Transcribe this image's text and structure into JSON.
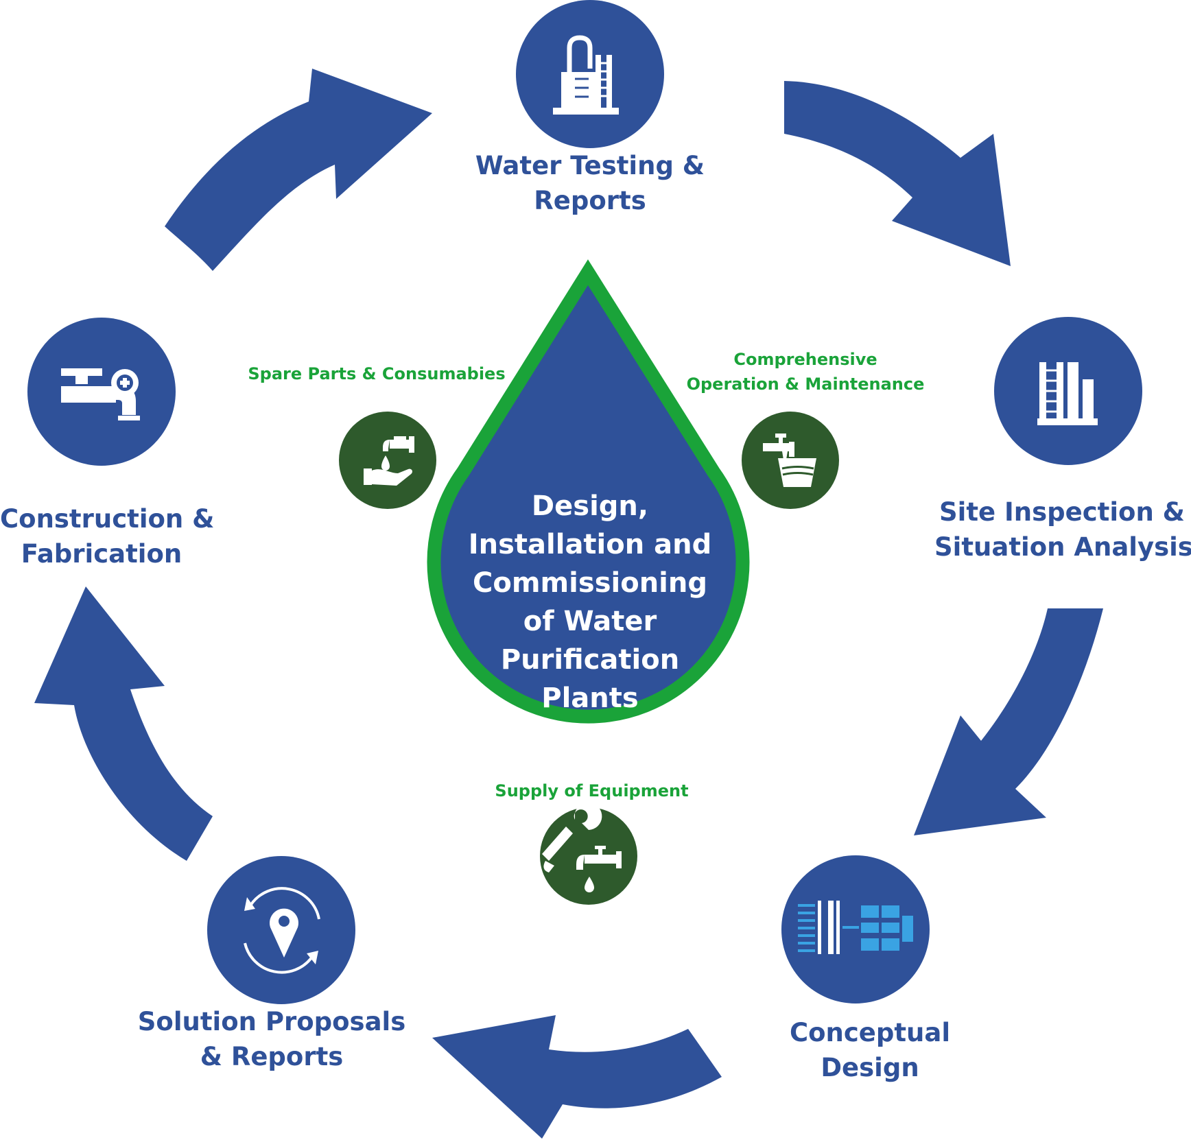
{
  "diagram": {
    "center_title": [
      "Design,",
      "Installation and",
      "Commissioning",
      "of Water",
      "Purification",
      "Plants"
    ],
    "stages": {
      "water_testing": [
        "Water Testing &",
        "Reports"
      ],
      "site_inspection": [
        "Site Inspection &",
        "Situation Analysis"
      ],
      "conceptual_design": [
        "Conceptual",
        "Design"
      ],
      "solution_proposals": [
        "Solution Proposals",
        "& Reports"
      ],
      "construction": [
        "Construction &",
        "Fabrication"
      ]
    },
    "services": {
      "spare_parts": [
        "Spare Parts & Consumabies"
      ],
      "operation_maintenance": [
        "Comprehensive",
        "Operation & Maintenance"
      ],
      "supply_equipment": [
        "Supply of Equipment"
      ]
    }
  },
  "icons": {
    "water_testing": "water-plant-icon",
    "site_inspection": "building-icon",
    "conceptual_design": "design-blueprint-icon",
    "solution_proposals": "location-cycle-icon",
    "construction": "pipe-valve-icon",
    "spare_parts": "hand-faucet-icon",
    "operation_maintenance": "faucet-bucket-icon",
    "supply_equipment": "wrench-faucet-icon"
  },
  "colors": {
    "primary_blue": "#2f5199",
    "service_green": "#1aa339",
    "icon_dark_green": "#2e5a2c",
    "accent_light_blue": "#3aa3e3"
  }
}
